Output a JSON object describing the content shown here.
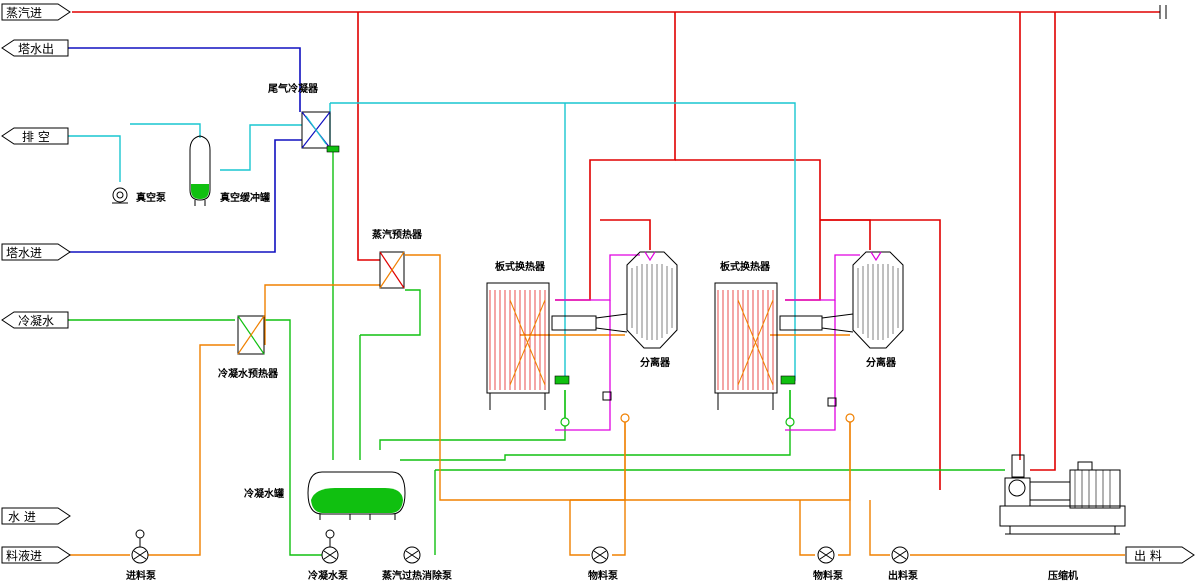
{
  "colors": {
    "steam": "#e00000",
    "tower_water": "#1010c0",
    "vent": "#19c6d0",
    "condensate": "#10c010",
    "feed": "#f08000",
    "vapor": "#e000e0",
    "line": "#000000"
  },
  "inlets_outlets": {
    "steam_in": "蒸汽进",
    "tower_water_out": "塔水出",
    "vent": "排 空",
    "tower_water_in": "塔水进",
    "condensate_water": "冷凝水",
    "water_in": "水 进",
    "feed_in": "料液进",
    "product_out": "出 料"
  },
  "equipment": {
    "tail_gas_condenser": "尾气冷凝器",
    "vacuum_pump": "真空泵",
    "vacuum_buffer_tank": "真空缓冲罐",
    "steam_preheater": "蒸汽预热器",
    "condensate_preheater": "冷凝水预热器",
    "condensate_tank": "冷凝水罐",
    "plate_exchanger_1": "板式换热器",
    "plate_exchanger_2": "板式换热器",
    "separator_1": "分离器",
    "separator_2": "分离器",
    "feed_pump": "进料泵",
    "condensate_pump": "冷凝水泵",
    "desuperheat_pump": "蒸汽过热消除泵",
    "material_pump_1": "物料泵",
    "material_pump_2": "物料泵",
    "discharge_pump": "出料泵",
    "compressor": "压缩机"
  }
}
